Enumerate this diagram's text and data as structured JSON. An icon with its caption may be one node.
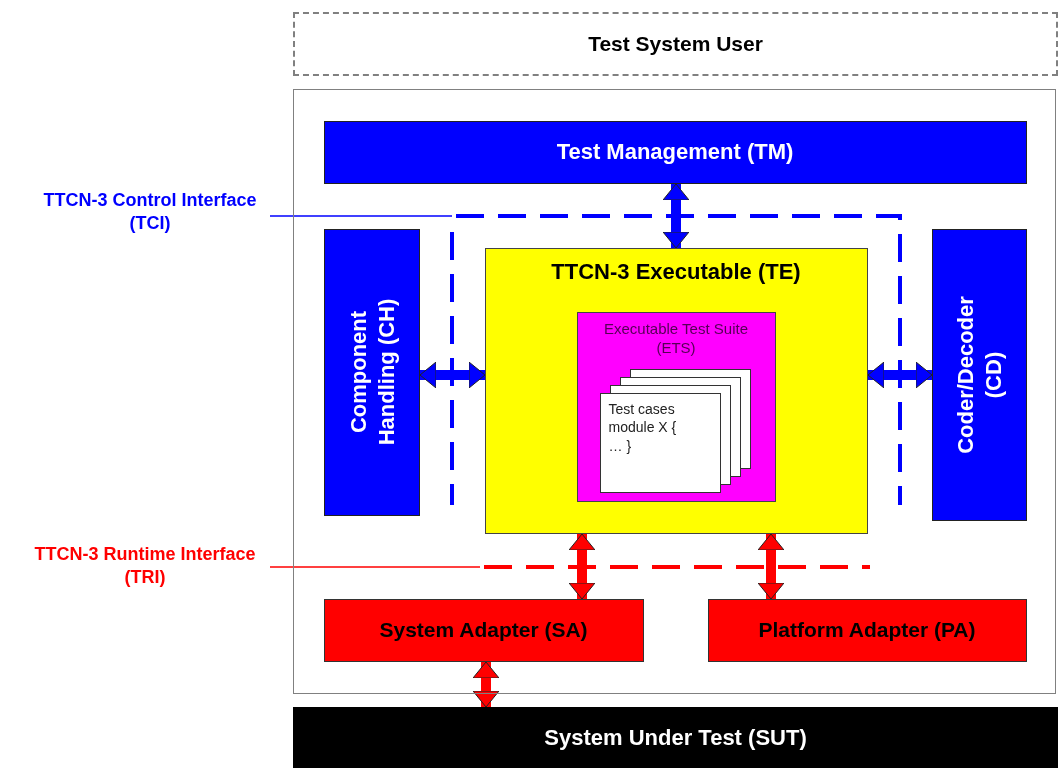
{
  "diagram": {
    "nodes": [
      {
        "text": [
          "Test System User"
        ]
      },
      {
        "text": [],
        "shape": "box"
      },
      {
        "text": [
          "Test Management (TM)"
        ],
        "in": 1
      },
      {
        "text": [
          "Component Handling (CH)"
        ],
        "in": 1
      },
      {
        "text": [
          "TTCN-3 Executable (TE)"
        ],
        "in": 1
      },
      {
        "text": [
          "Executable Test Suite (ETS)"
        ],
        "in": 4
      },
      {
        "text": [
          "Test cases module X { … }"
        ],
        "in": 5
      },
      {
        "text": [
          "Coder/Decoder (CD)"
        ],
        "in": 1
      },
      {
        "text": [
          "System Adapter (SA)"
        ],
        "in": 1
      },
      {
        "text": [
          "Platform Adapter (PA)"
        ],
        "in": 1
      },
      {
        "text": [
          "System Under Test (SUT)"
        ]
      },
      {
        "text": [
          "TTCN-3 Control Interface (TCI)"
        ]
      },
      {
        "text": [
          "TTCN-3 Runtime Interface (TRI)"
        ]
      }
    ],
    "edges": [
      {
        "from": 2,
        "to": 4,
        "arrow": "both",
        "color": "#0000ff"
      },
      {
        "from": 3,
        "to": 4,
        "arrow": "both",
        "color": "#0000ff"
      },
      {
        "from": 4,
        "to": 7,
        "arrow": "both",
        "color": "#0000ff"
      },
      {
        "from": 4,
        "to": 8,
        "arrow": "both",
        "color": "#ff0000"
      },
      {
        "from": 4,
        "to": 9,
        "arrow": "both",
        "color": "#ff0000"
      },
      {
        "from": 8,
        "to": 10,
        "arrow": "both",
        "color": "#ff0000"
      },
      {
        "from": 11,
        "to": null,
        "arrow": "none",
        "color": "#0000ff"
      },
      {
        "from": 12,
        "to": null,
        "arrow": "none",
        "color": "#ff0000"
      }
    ]
  }
}
